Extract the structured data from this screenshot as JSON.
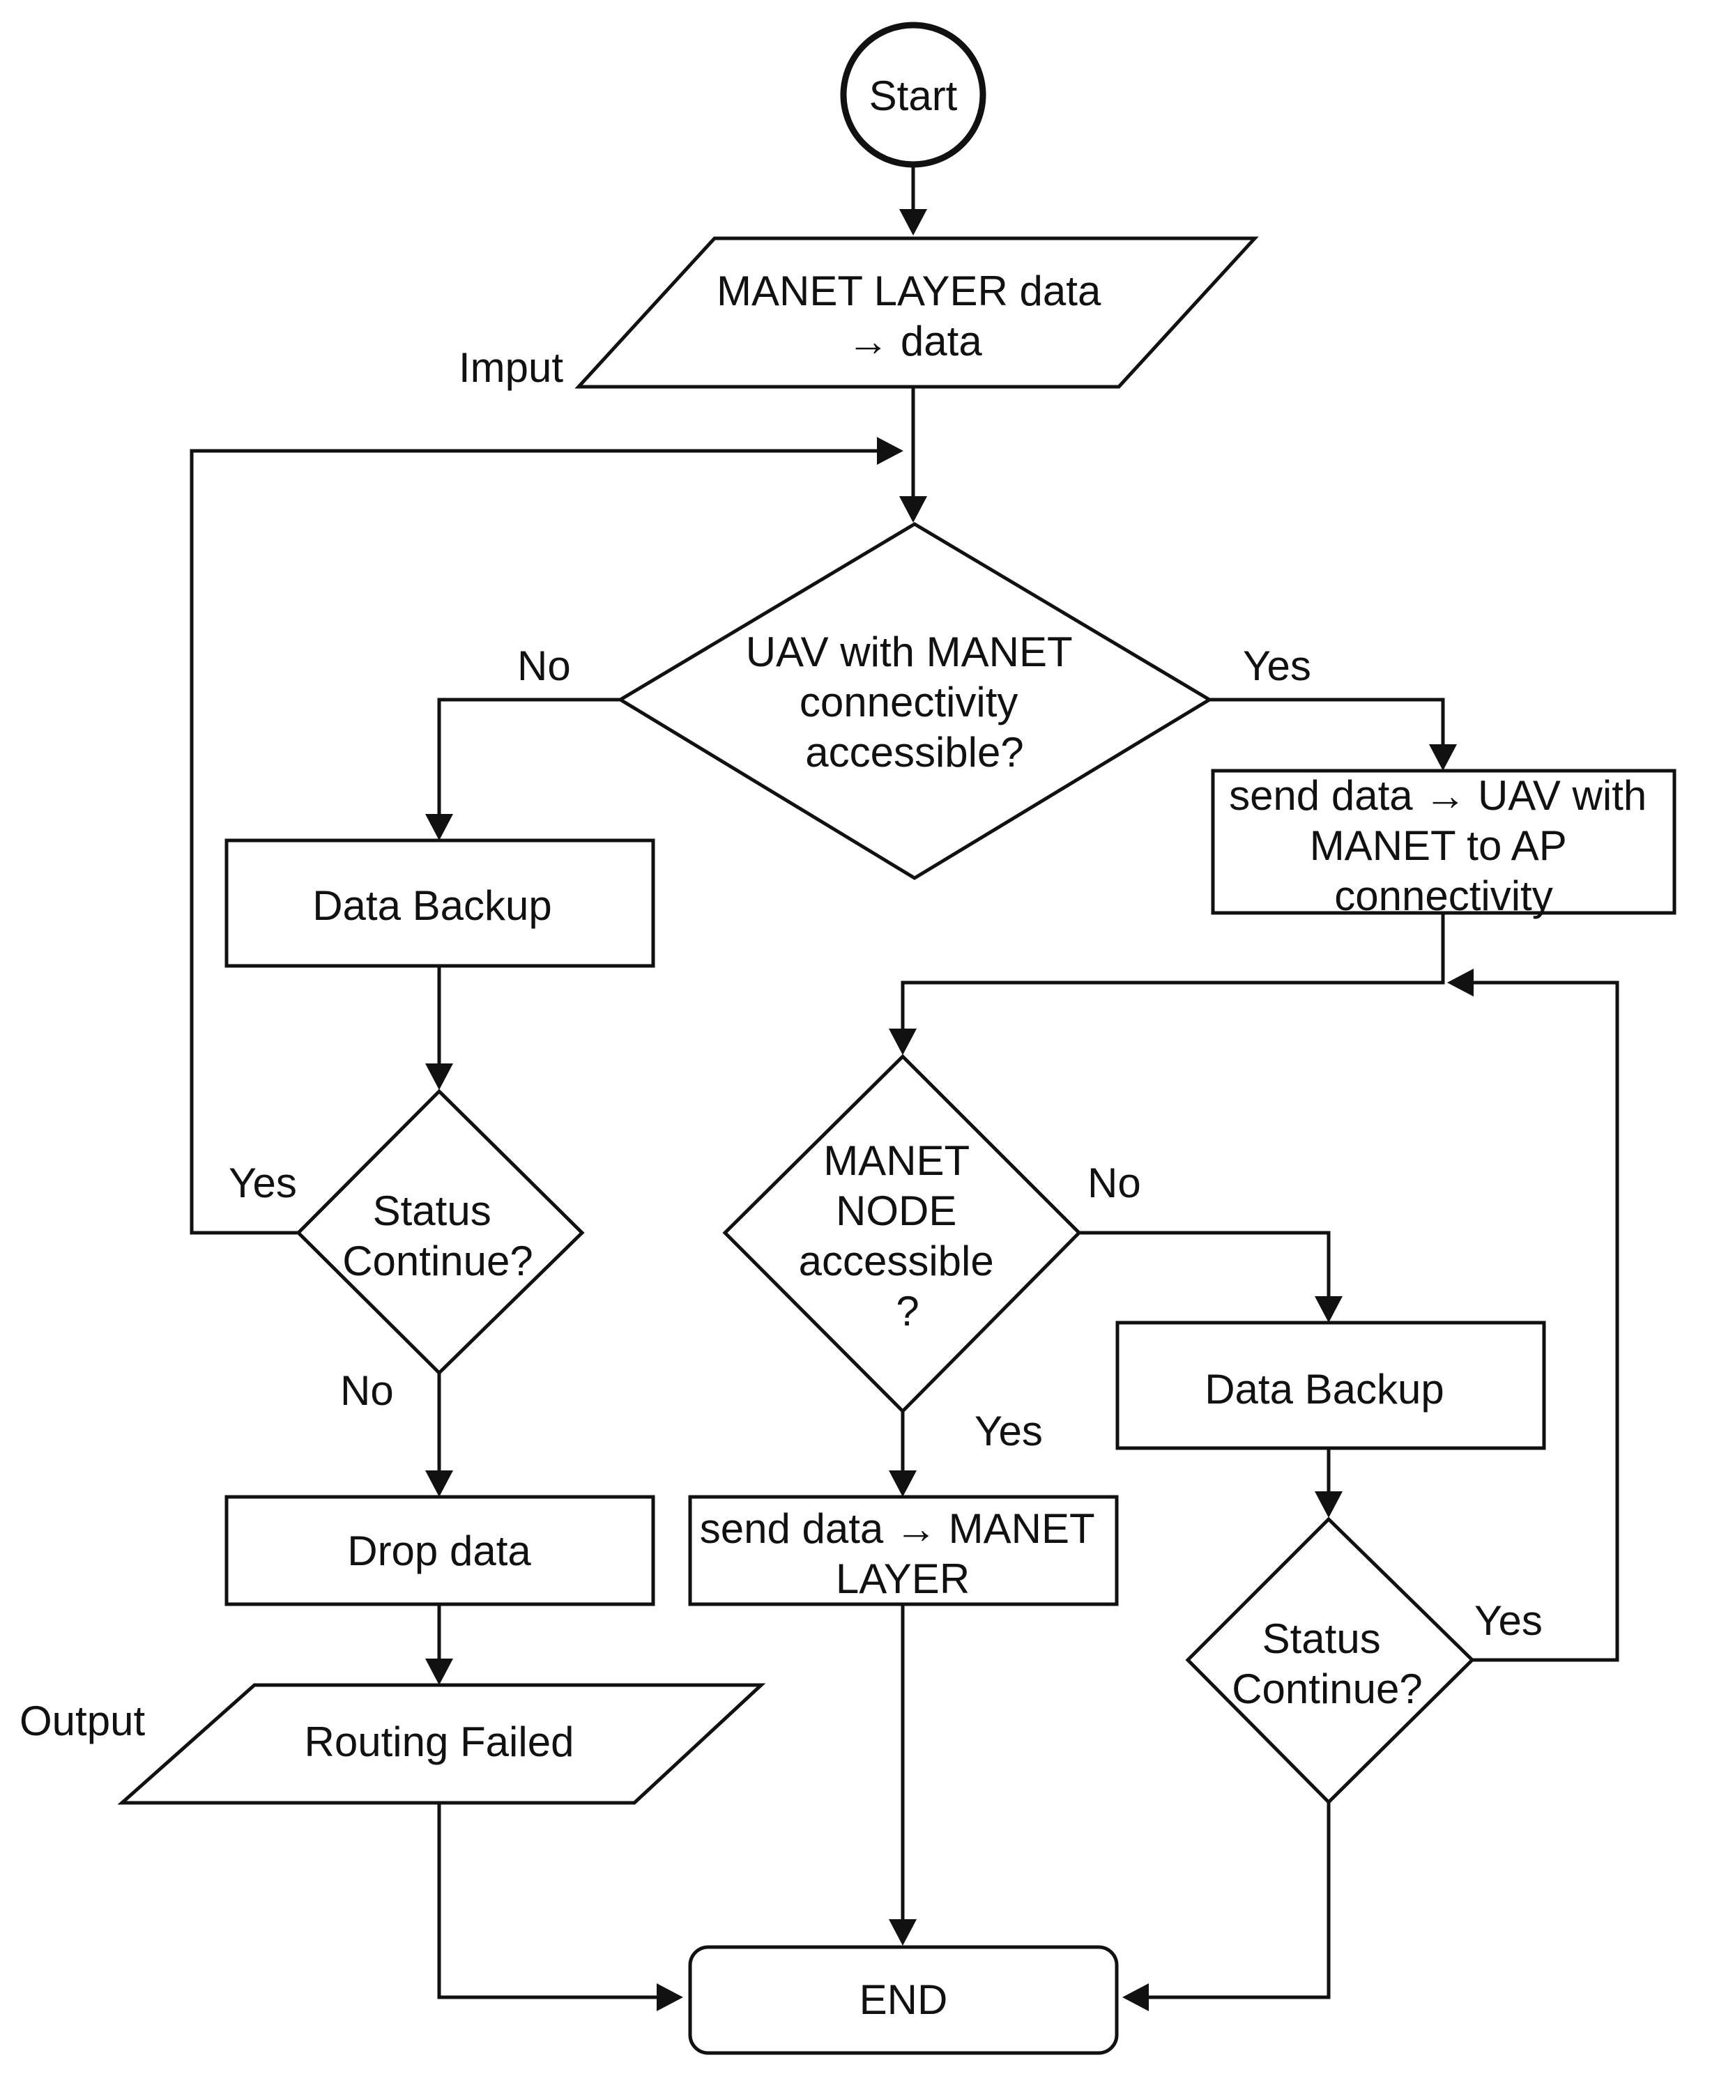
{
  "nodes": {
    "start": {
      "lines": [
        "Start"
      ]
    },
    "input": {
      "lines": [
        "MANET LAYER data",
        "→ data"
      ]
    },
    "decision_uav": {
      "lines": [
        "UAV with MANET",
        "connectivity",
        "accessible?"
      ]
    },
    "send_uav": {
      "lines": [
        "send data → UAV with",
        "MANET to AP",
        "connectivity"
      ]
    },
    "backup_left": {
      "lines": [
        "Data Backup"
      ]
    },
    "status_left": {
      "lines": [
        "Status",
        "Continue?"
      ]
    },
    "drop": {
      "lines": [
        "Drop data"
      ]
    },
    "routing_failed": {
      "lines": [
        "Routing Failed"
      ]
    },
    "decision_node": {
      "lines": [
        "MANET",
        "NODE",
        "accessible",
        "?"
      ]
    },
    "send_layer": {
      "lines": [
        "send data → MANET",
        "LAYER"
      ]
    },
    "backup_right": {
      "lines": [
        "Data Backup"
      ]
    },
    "status_right": {
      "lines": [
        "Status",
        "Continue?"
      ]
    },
    "end": {
      "lines": [
        "END"
      ]
    }
  },
  "labels": {
    "input_label": "Imput",
    "output_label": "Output",
    "uav_no": "No",
    "uav_yes": "Yes",
    "status_left_yes": "Yes",
    "status_left_no": "No",
    "node_no": "No",
    "node_yes": "Yes",
    "status_right_yes": "Yes"
  }
}
